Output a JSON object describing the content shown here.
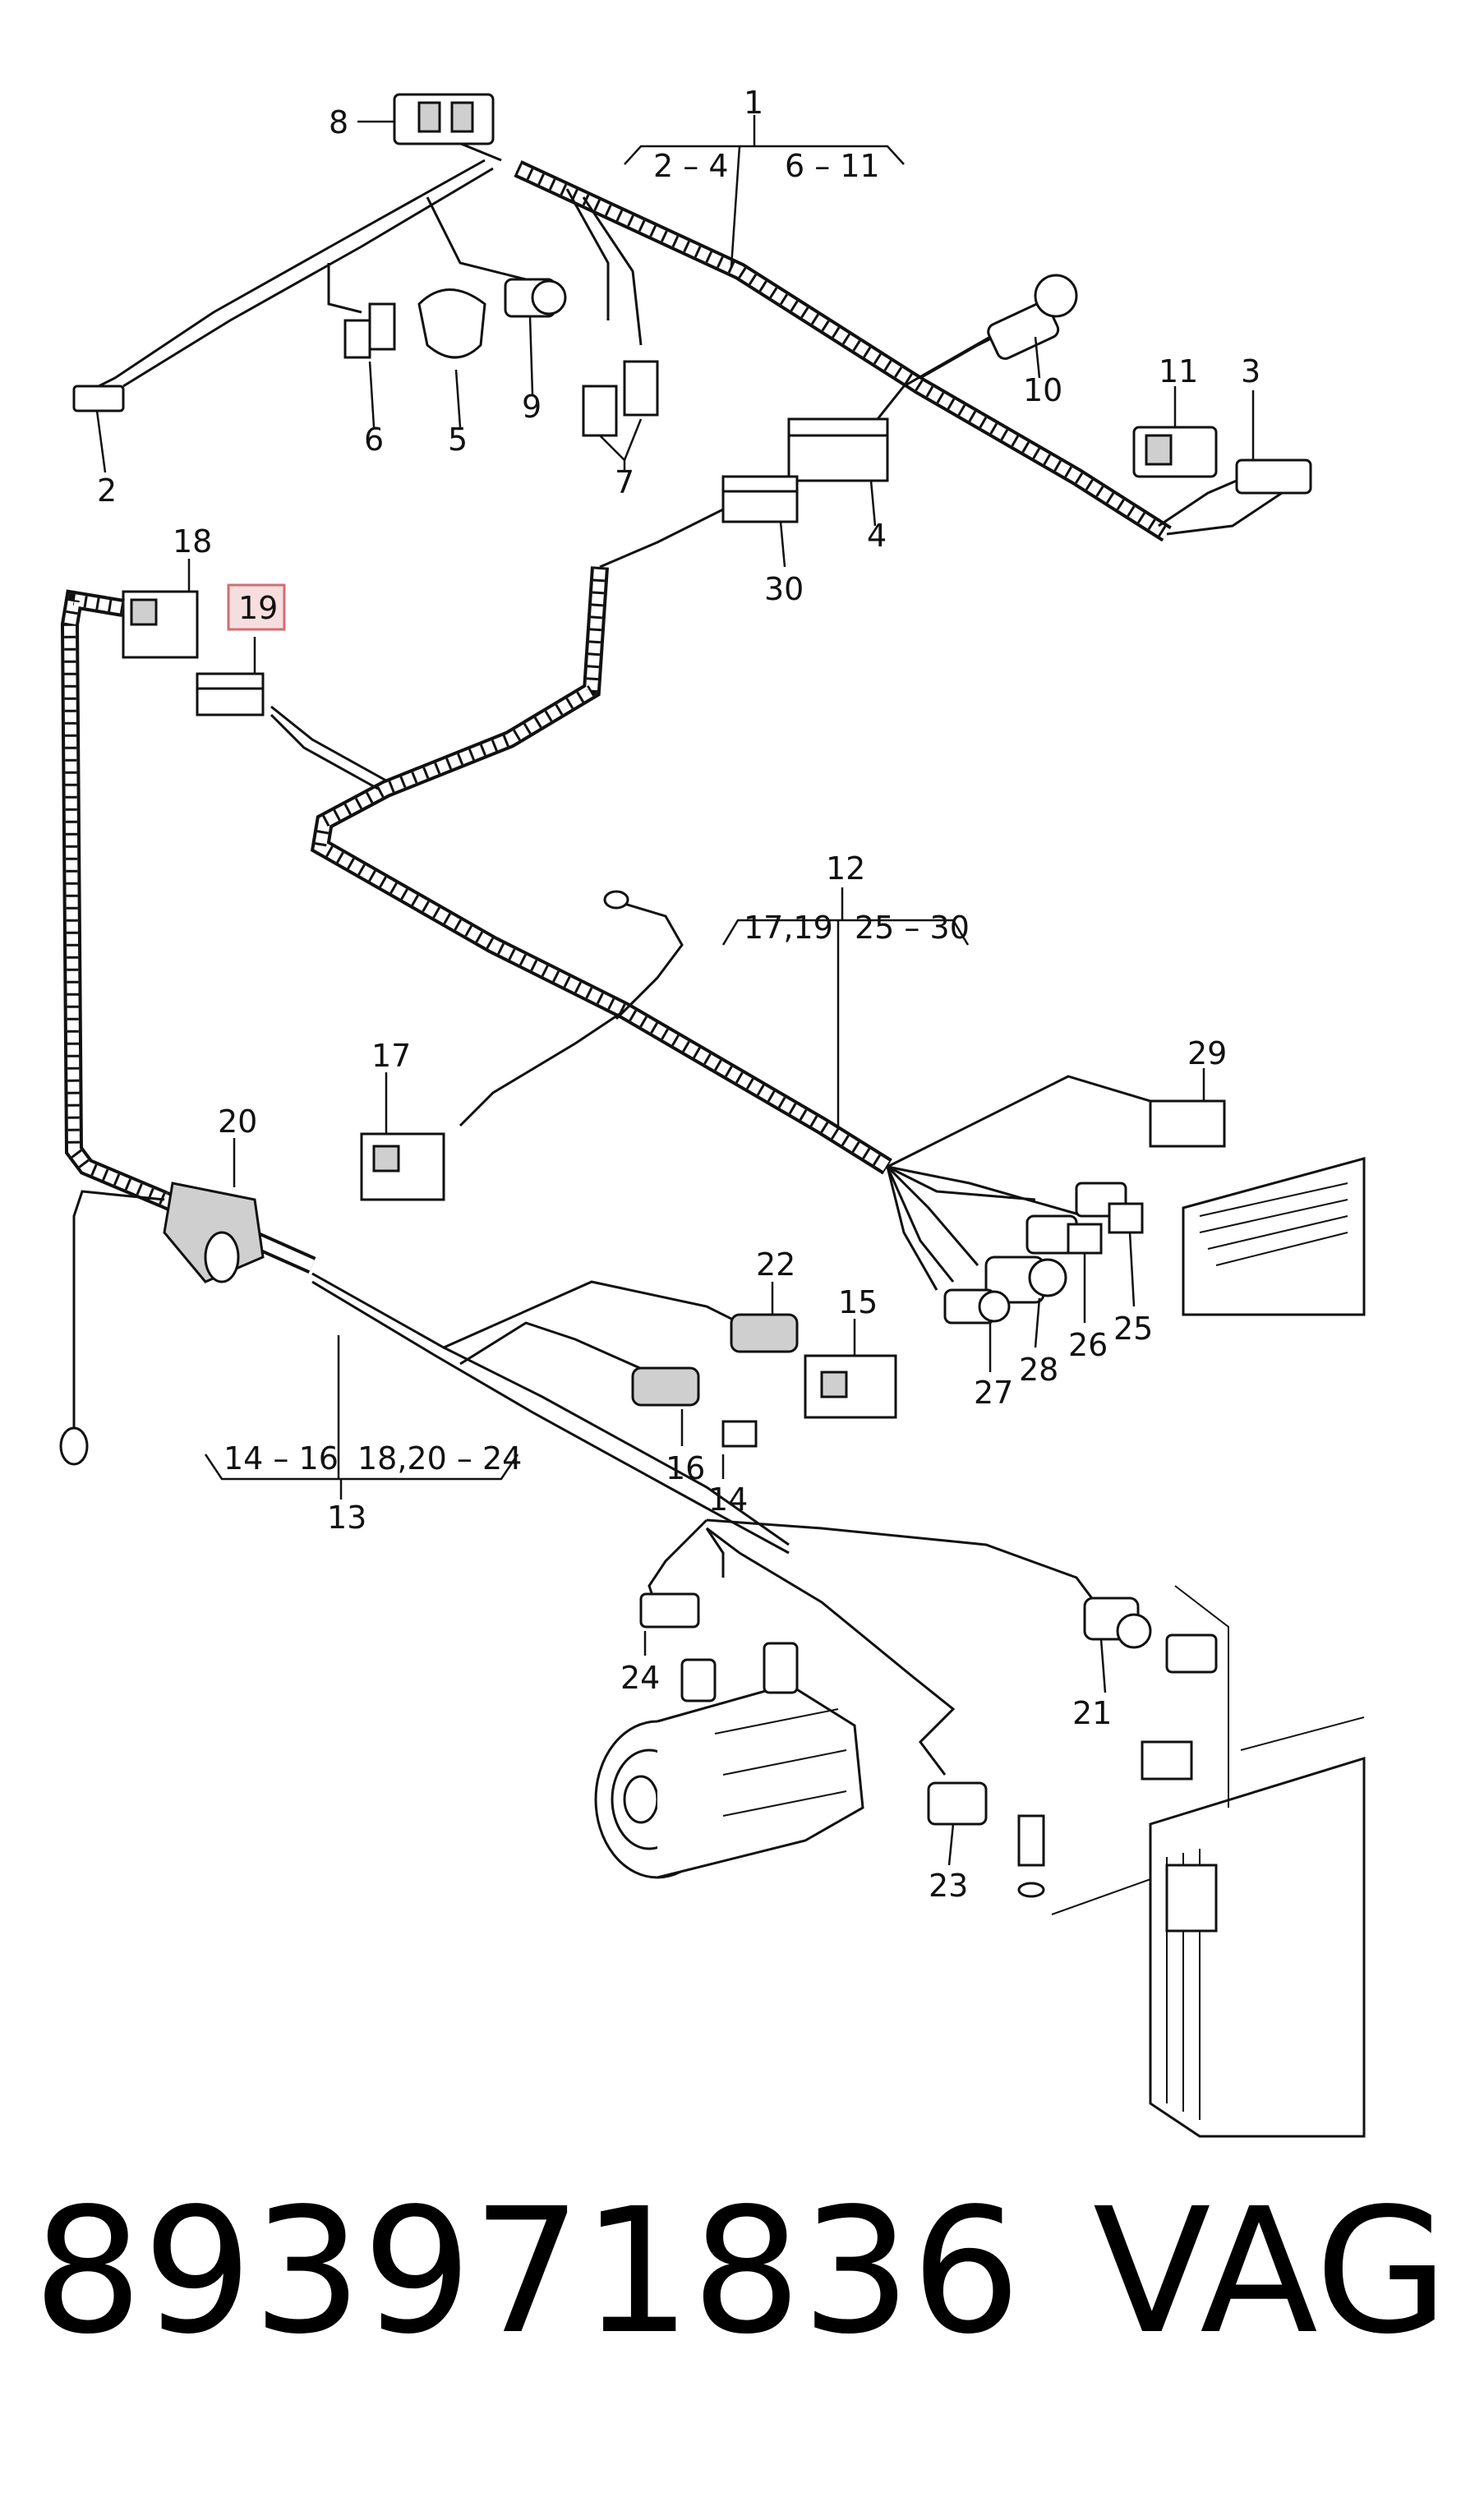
{
  "diagram": {
    "callouts": [
      {
        "id": "c1",
        "text": "1"
      },
      {
        "id": "c1a",
        "text": "2 – 4"
      },
      {
        "id": "c1b",
        "text": "6 – 11"
      },
      {
        "id": "c2",
        "text": "2"
      },
      {
        "id": "c3",
        "text": "3"
      },
      {
        "id": "c4",
        "text": "4"
      },
      {
        "id": "c5",
        "text": "5"
      },
      {
        "id": "c6",
        "text": "6"
      },
      {
        "id": "c7",
        "text": "7"
      },
      {
        "id": "c8",
        "text": "8"
      },
      {
        "id": "c9",
        "text": "9"
      },
      {
        "id": "c10",
        "text": "10"
      },
      {
        "id": "c11",
        "text": "11"
      },
      {
        "id": "c12",
        "text": "12"
      },
      {
        "id": "c12a",
        "text": "17,19"
      },
      {
        "id": "c12b",
        "text": "25 – 30"
      },
      {
        "id": "c13",
        "text": "13"
      },
      {
        "id": "c13a",
        "text": "14 – 16"
      },
      {
        "id": "c13b",
        "text": "18,20 – 24"
      },
      {
        "id": "c14",
        "text": "14"
      },
      {
        "id": "c15",
        "text": "15"
      },
      {
        "id": "c16",
        "text": "16"
      },
      {
        "id": "c17",
        "text": "17"
      },
      {
        "id": "c18",
        "text": "18"
      },
      {
        "id": "c19",
        "text": "19"
      },
      {
        "id": "c20",
        "text": "20"
      },
      {
        "id": "c21",
        "text": "21"
      },
      {
        "id": "c22",
        "text": "22"
      },
      {
        "id": "c23",
        "text": "23"
      },
      {
        "id": "c24",
        "text": "24"
      },
      {
        "id": "c25",
        "text": "25"
      },
      {
        "id": "c26",
        "text": "26"
      },
      {
        "id": "c27",
        "text": "27"
      },
      {
        "id": "c28",
        "text": "28"
      },
      {
        "id": "c29",
        "text": "29"
      },
      {
        "id": "c30",
        "text": "30"
      }
    ],
    "highlighted_callout": "19",
    "highlight_color": "#d06f74"
  },
  "footer": {
    "part_number": "893971836",
    "brand": "VAG"
  }
}
